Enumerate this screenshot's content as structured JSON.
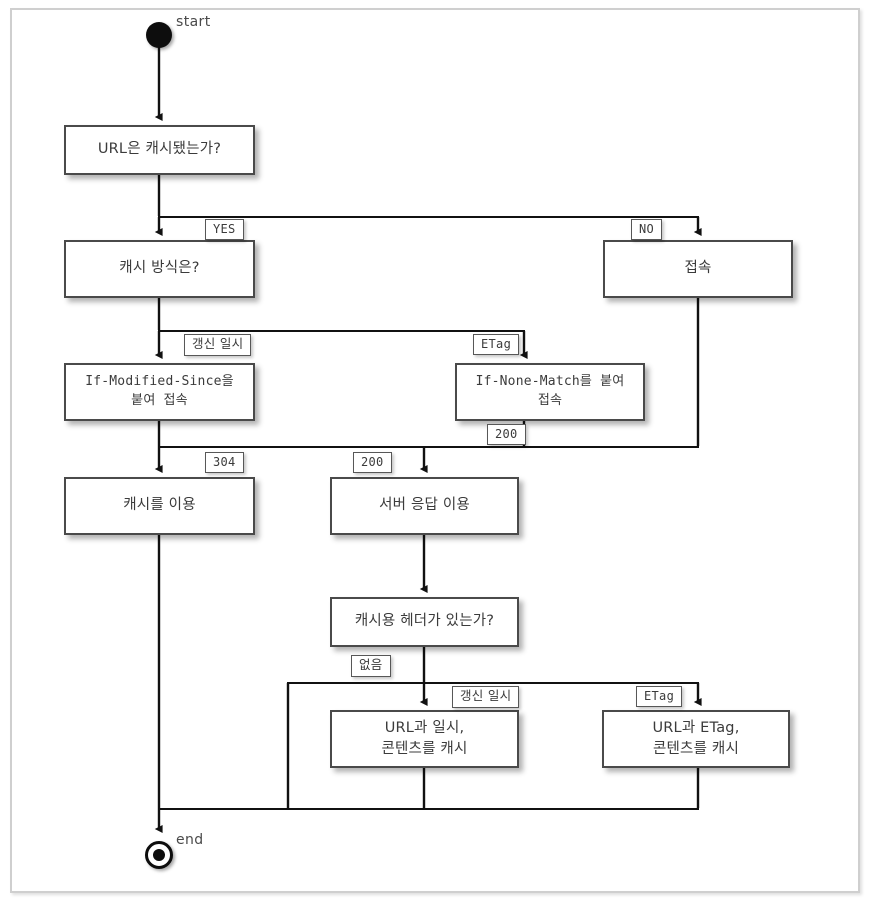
{
  "diagram": {
    "title": "HTTP cache decision flowchart",
    "terminals": {
      "start_label": "start",
      "end_label": "end"
    },
    "nodes": [
      {
        "id": "url-cached",
        "text": "URL은 캐시됐는가?"
      },
      {
        "id": "cache-method",
        "text": "캐시 방식은?"
      },
      {
        "id": "connect",
        "text": "접속"
      },
      {
        "id": "if-modified-since",
        "text": "If-Modified-Since을\n붙여 접속"
      },
      {
        "id": "if-none-match",
        "text": "If-None-Match를 붙여\n접속"
      },
      {
        "id": "use-cache",
        "text": "캐시를 이용"
      },
      {
        "id": "use-server-resp",
        "text": "서버 응답 이용"
      },
      {
        "id": "has-cache-header",
        "text": "캐시용 헤더가 있는가?"
      },
      {
        "id": "cache-url-date",
        "text": "URL과 일시,\n콘텐츠를 캐시"
      },
      {
        "id": "cache-url-etag",
        "text": "URL과 ETag,\n콘텐츠를 캐시"
      }
    ],
    "edge_labels": [
      {
        "id": "yes",
        "text": "YES"
      },
      {
        "id": "no",
        "text": "NO"
      },
      {
        "id": "update-date",
        "text": "갱신 일시"
      },
      {
        "id": "etag",
        "text": "ETag"
      },
      {
        "id": "status-200-mid",
        "text": "200"
      },
      {
        "id": "status-304",
        "text": "304"
      },
      {
        "id": "status-200-left",
        "text": "200"
      },
      {
        "id": "none",
        "text": "없음"
      },
      {
        "id": "update-date-2",
        "text": "갱신 일시"
      },
      {
        "id": "etag-2",
        "text": "ETag"
      }
    ],
    "colors": {
      "frame_border": "#cfcfcf",
      "node_border": "#4a4a4a",
      "node_fill": "#ffffff",
      "line": "#1a1a1a",
      "text": "#3b3b3b"
    }
  }
}
